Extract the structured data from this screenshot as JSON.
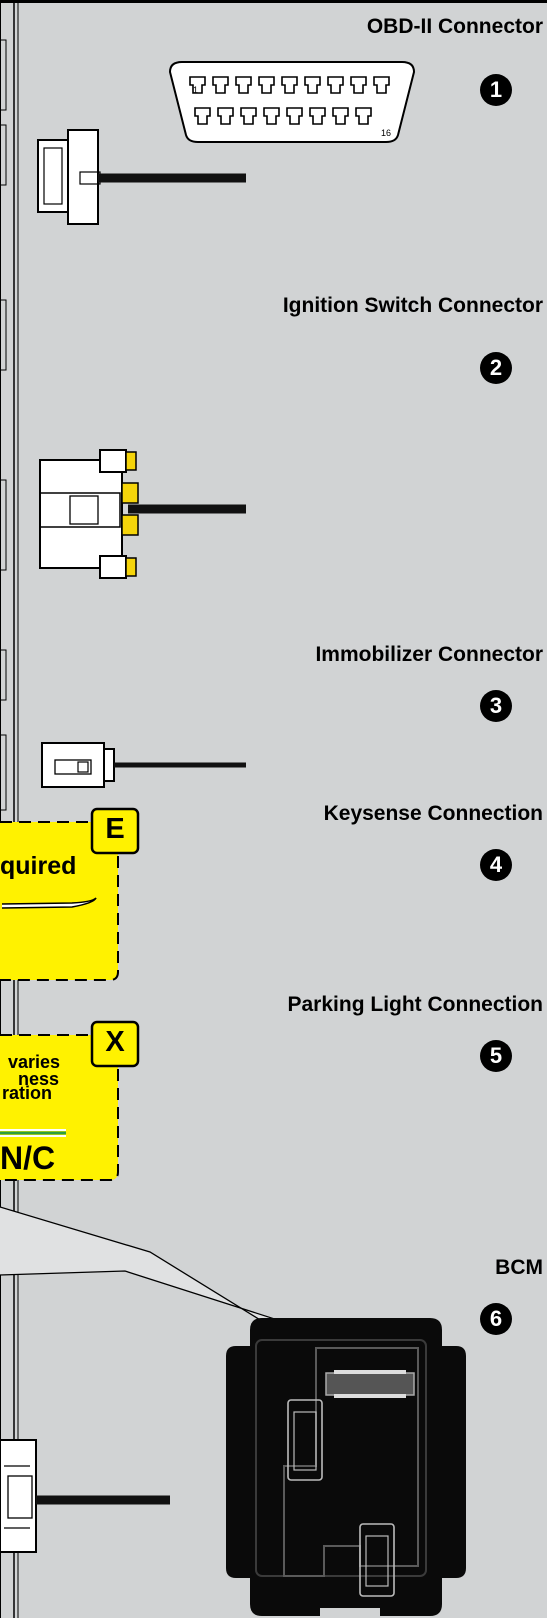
{
  "connectors": [
    {
      "label": "OBD-II Connector",
      "number": "1"
    },
    {
      "label": "Ignition Switch Connector",
      "number": "2"
    },
    {
      "label": "Immobilizer Connector",
      "number": "3"
    },
    {
      "label": "Keysense Connection",
      "number": "4"
    },
    {
      "label": "Parking Light Connection",
      "number": "5"
    },
    {
      "label": "BCM",
      "number": "6"
    }
  ],
  "obd_pins": {
    "first": "1",
    "last": "16"
  },
  "callout_e": {
    "tag": "E",
    "text": "quired"
  },
  "callout_x": {
    "tag": "X",
    "line1": "varies",
    "line2": "ness",
    "line3": "ration",
    "status": "N/C"
  },
  "colors": {
    "background": "#d1d3d4",
    "callout_fill": "#fff200",
    "badge": "#000000",
    "wire": "#111111",
    "connector_accent": "#f5d40a"
  }
}
